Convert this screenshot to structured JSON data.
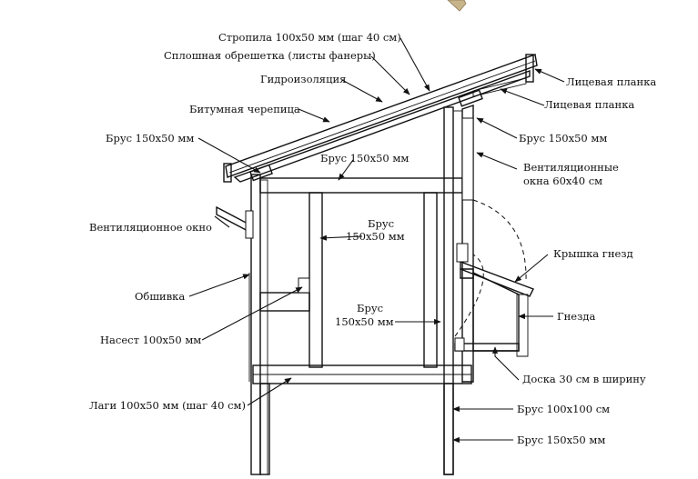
{
  "labels": {
    "rafters": "Стропила 100х50 мм (шаг 40 см)",
    "sheathing": "Сплошная обрешетка (листы фанеры)",
    "fascia_top": "Лицевая планка",
    "waterproofing": "Гидроизоляция",
    "fascia_bottom": "Лицевая планка",
    "shingles": "Битумная черепица",
    "beam_left": "Брус 150х50 мм",
    "beam_top": "Брус 150х50 мм",
    "beam_right": "Брус 150х50 мм",
    "vents_line1": "Вентиляционные",
    "vents_line2": "окна 60х40 см",
    "vent_window": "Вентиляционное окно",
    "beam_center_line1": "Брус",
    "beam_center_line2": "150х50 мм",
    "nest_lid": "Крышка гнезд",
    "cladding": "Обшивка",
    "nests": "Гнезда",
    "beam_lower_line1": "Брус",
    "beam_lower_line2": "150х50 мм",
    "perch": "Насест 100х50 мм",
    "board": "Доска 30 см в ширину",
    "joists": "Лаги 100х50 мм (шаг 40 см)",
    "beam_100": "Брус 100х100 см",
    "beam_bottom": "Брус 150х50 мм"
  }
}
